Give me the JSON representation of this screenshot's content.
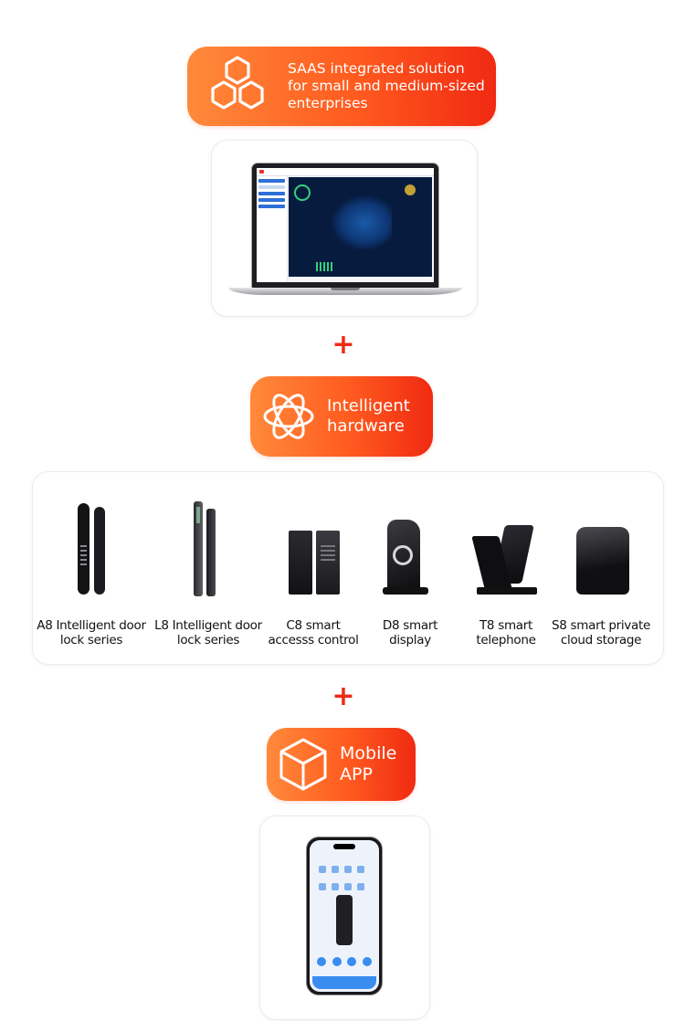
{
  "colors": {
    "accent": "#ee2b16",
    "badge_gradient_start": "#ff8a3a",
    "badge_gradient_end": "#f02a12"
  },
  "sections": {
    "saas": {
      "icon": "hexagon-cluster-icon",
      "label": "SAAS integrated solution\nfor small and medium-sized\nenterprises"
    },
    "hardware": {
      "icon": "atom-orbit-icon",
      "label": "Intelligent\nhardware"
    },
    "app": {
      "icon": "cube-icon",
      "label": "Mobile\nAPP"
    }
  },
  "plus_sign": "+",
  "products": [
    {
      "name": "A8 Intelligent door\nlock series"
    },
    {
      "name": "L8 Intelligent door\nlock series"
    },
    {
      "name": "C8 smart\naccesss control"
    },
    {
      "name": "D8 smart\ndisplay"
    },
    {
      "name": "T8 smart\ntelephone"
    },
    {
      "name": "S8 smart private\ncloud storage"
    }
  ]
}
